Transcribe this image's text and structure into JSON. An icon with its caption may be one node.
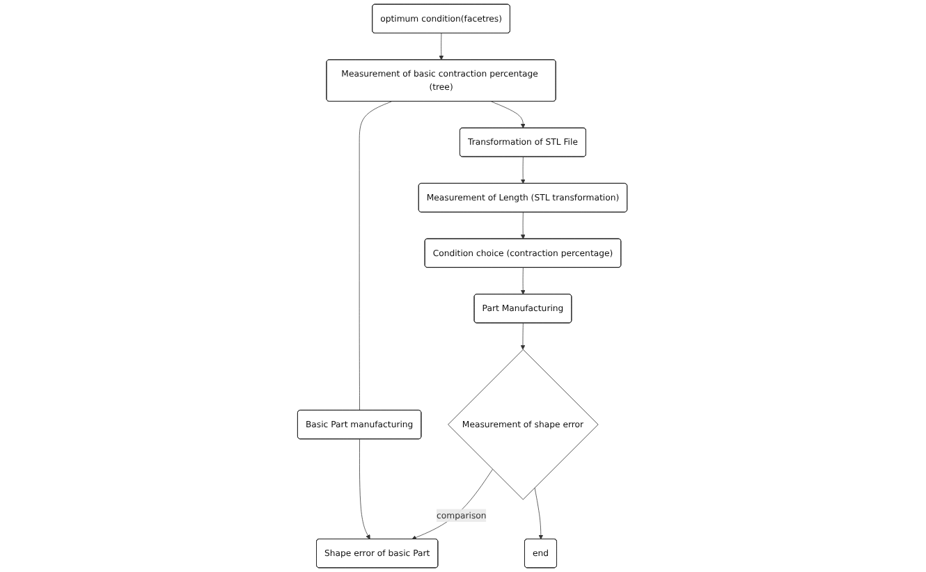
{
  "diagram": {
    "nodes": [
      {
        "text": [
          "optimum condition(facetres)"
        ]
      },
      {
        "text": [
          "Measurement of basic contraction percentage (tree)"
        ]
      },
      {
        "text": [
          "Basic Part manufacturing"
        ]
      },
      {
        "text": [
          "Transformation of STL File"
        ]
      },
      {
        "text": [
          "Measurement of Length (STL transformation)"
        ]
      },
      {
        "text": [
          "Condition choice (contraction percentage)"
        ]
      },
      {
        "text": [
          "Part Manufacturing"
        ]
      },
      {
        "text": [
          "Measurement of shape error"
        ]
      },
      {
        "text": [
          "Shape error of basic Part"
        ]
      },
      {
        "text": [
          "end"
        ]
      }
    ],
    "edges": [
      {
        "from": 0,
        "to": 1,
        "arrow": "to"
      },
      {
        "from": 1,
        "to": 2,
        "arrow": "none"
      },
      {
        "from": 1,
        "to": 3,
        "arrow": "to"
      },
      {
        "from": 3,
        "to": 4,
        "arrow": "to"
      },
      {
        "from": 4,
        "to": 5,
        "arrow": "to"
      },
      {
        "from": 5,
        "to": 6,
        "arrow": "to"
      },
      {
        "from": 6,
        "to": 7,
        "arrow": "to"
      },
      {
        "from": 7,
        "to": 8,
        "arrow": "to",
        "label": "comparison"
      },
      {
        "from": 2,
        "to": 8,
        "arrow": "to"
      },
      {
        "from": 7,
        "to": 9,
        "arrow": "to"
      }
    ]
  }
}
